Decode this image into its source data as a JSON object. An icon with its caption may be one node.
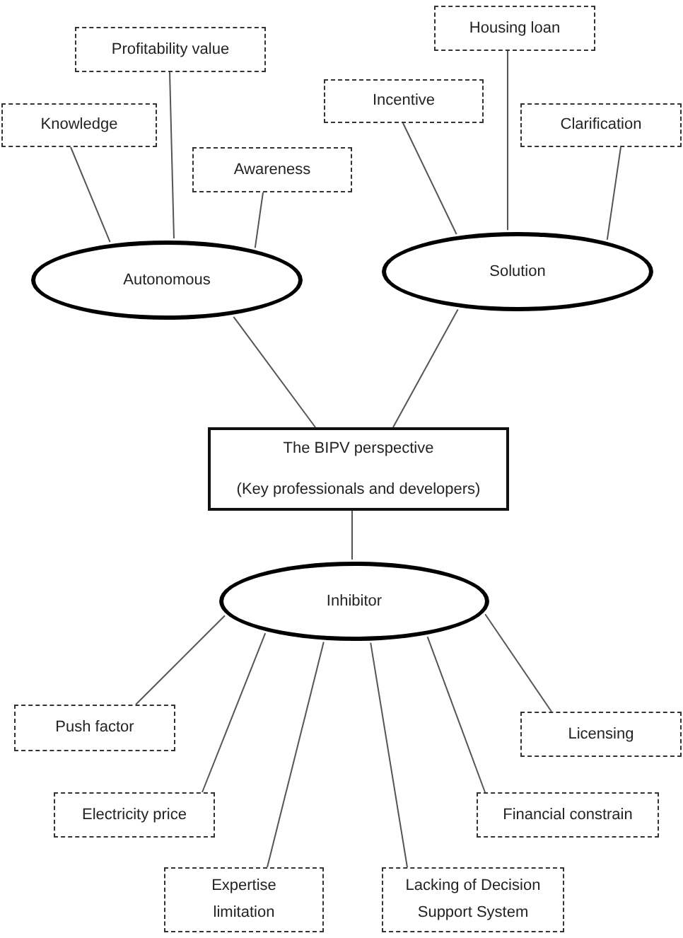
{
  "diagram": {
    "nodes": [
      {
        "text": [
          "Knowledge"
        ]
      },
      {
        "text": [
          "Profitability value"
        ]
      },
      {
        "text": [
          "Awareness"
        ]
      },
      {
        "text": [
          "Autonomous"
        ]
      },
      {
        "text": [
          "Incentive"
        ]
      },
      {
        "text": [
          "Housing loan"
        ]
      },
      {
        "text": [
          "Clarification"
        ]
      },
      {
        "text": [
          "Solution"
        ]
      },
      {
        "text": [
          "The BIPV perspective",
          "(Key professionals and developers)"
        ]
      },
      {
        "text": [
          "Inhibitor"
        ]
      },
      {
        "text": [
          "Push factor"
        ]
      },
      {
        "text": [
          "Electricity price"
        ]
      },
      {
        "text": [
          "Expertise limitation"
        ]
      },
      {
        "text": [
          "Lacking of Decision Support System"
        ]
      },
      {
        "text": [
          "Financial constrain"
        ]
      },
      {
        "text": [
          "Licensing"
        ]
      }
    ],
    "edges": [
      {
        "from": 3,
        "to": 0,
        "arrow": "none"
      },
      {
        "from": 3,
        "to": 1,
        "arrow": "none"
      },
      {
        "from": 3,
        "to": 2,
        "arrow": "none"
      },
      {
        "from": 7,
        "to": 4,
        "arrow": "none"
      },
      {
        "from": 7,
        "to": 5,
        "arrow": "none"
      },
      {
        "from": 7,
        "to": 6,
        "arrow": "none"
      },
      {
        "from": 8,
        "to": 3,
        "arrow": "none"
      },
      {
        "from": 8,
        "to": 7,
        "arrow": "none"
      },
      {
        "from": 8,
        "to": 9,
        "arrow": "none"
      },
      {
        "from": 9,
        "to": 10,
        "arrow": "none"
      },
      {
        "from": 9,
        "to": 11,
        "arrow": "none"
      },
      {
        "from": 9,
        "to": 12,
        "arrow": "none"
      },
      {
        "from": 9,
        "to": 13,
        "arrow": "none"
      },
      {
        "from": 9,
        "to": 14,
        "arrow": "none"
      },
      {
        "from": 9,
        "to": 15,
        "arrow": "none"
      }
    ]
  }
}
